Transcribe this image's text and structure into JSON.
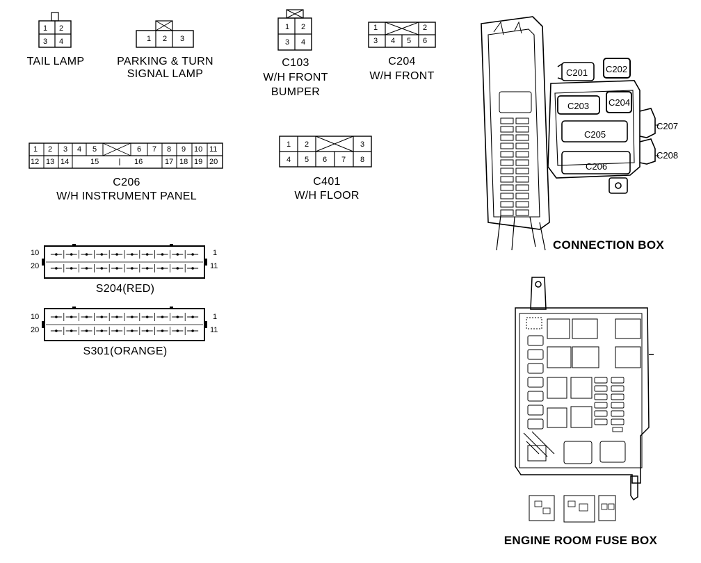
{
  "connectors": {
    "tail_lamp": {
      "label": "TAIL LAMP",
      "pins": [
        "1",
        "2",
        "3",
        "4"
      ]
    },
    "parking_turn": {
      "label_line1": "PARKING & TURN",
      "label_line2": "SIGNAL LAMP",
      "pins": [
        "1",
        "2",
        "3"
      ]
    },
    "c103": {
      "label_line1": "C103",
      "label_line2": "W/H FRONT",
      "label_line3": "BUMPER",
      "pins": [
        "1",
        "2",
        "3",
        "4"
      ]
    },
    "c204_front": {
      "label_line1": "C204",
      "label_line2": "W/H FRONT",
      "pins_top": [
        "1",
        "2"
      ],
      "pins_bottom": [
        "3",
        "4",
        "5",
        "6"
      ]
    },
    "c206": {
      "label_line1": "C206",
      "label_line2": "W/H INSTRUMENT PANEL",
      "pins_top": [
        "1",
        "2",
        "3",
        "4",
        "5",
        "6",
        "7",
        "8",
        "9",
        "10",
        "11"
      ],
      "pins_bottom": [
        "12",
        "13",
        "14",
        "15",
        "16",
        "17",
        "18",
        "19",
        "20"
      ]
    },
    "c401": {
      "label_line1": "C401",
      "label_line2": "W/H FLOOR",
      "pins_top": [
        "1",
        "2",
        "3"
      ],
      "pins_bottom": [
        "4",
        "5",
        "6",
        "7",
        "8"
      ]
    },
    "s204": {
      "label": "S204(RED)",
      "pin_tl": "10",
      "pin_bl": "20",
      "pin_tr": "1",
      "pin_br": "11"
    },
    "s301": {
      "label": "S301(ORANGE)",
      "pin_tl": "10",
      "pin_bl": "20",
      "pin_tr": "1",
      "pin_br": "11"
    }
  },
  "connection_box": {
    "title": "CONNECTION BOX",
    "callouts": [
      "C201",
      "C202",
      "C203",
      "C204",
      "C205",
      "C206",
      "C207",
      "C208"
    ]
  },
  "fuse_box": {
    "title": "ENGINE ROOM FUSE BOX"
  }
}
